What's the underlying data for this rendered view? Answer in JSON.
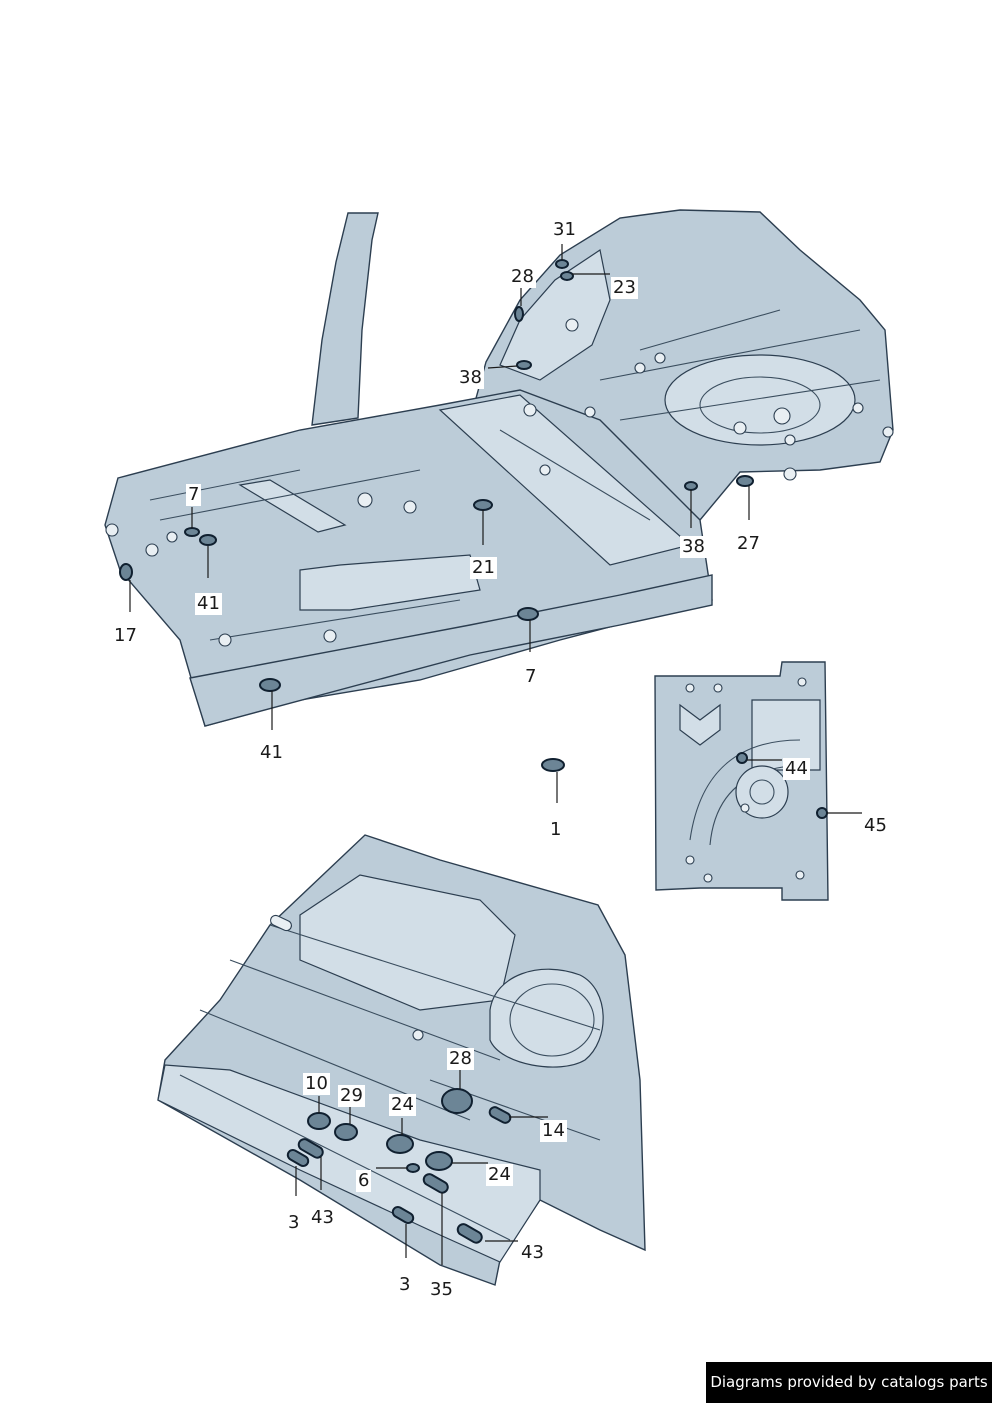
{
  "colors": {
    "panel": "#bcccd8",
    "outline": "#2c3e50",
    "plug": "#6c8596",
    "credit_bg": "#000000",
    "credit_text": "#ffffff"
  },
  "callouts": [
    {
      "id": "c31",
      "label": "31"
    },
    {
      "id": "c28a",
      "label": "28"
    },
    {
      "id": "c23",
      "label": "23"
    },
    {
      "id": "c38a",
      "label": "38"
    },
    {
      "id": "c7a",
      "label": "7"
    },
    {
      "id": "c41a",
      "label": "41"
    },
    {
      "id": "c17",
      "label": "17"
    },
    {
      "id": "c21",
      "label": "21"
    },
    {
      "id": "c38b",
      "label": "38"
    },
    {
      "id": "c27",
      "label": "27"
    },
    {
      "id": "c7b",
      "label": "7"
    },
    {
      "id": "c41b",
      "label": "41"
    },
    {
      "id": "c1",
      "label": "1"
    },
    {
      "id": "c44",
      "label": "44"
    },
    {
      "id": "c45",
      "label": "45"
    },
    {
      "id": "c28b",
      "label": "28"
    },
    {
      "id": "c10",
      "label": "10"
    },
    {
      "id": "c29",
      "label": "29"
    },
    {
      "id": "c24a",
      "label": "24"
    },
    {
      "id": "c14",
      "label": "14"
    },
    {
      "id": "c6",
      "label": "6"
    },
    {
      "id": "c24b",
      "label": "24"
    },
    {
      "id": "c3a",
      "label": "3"
    },
    {
      "id": "c43a",
      "label": "43"
    },
    {
      "id": "c3b",
      "label": "3"
    },
    {
      "id": "c35",
      "label": "35"
    },
    {
      "id": "c43b",
      "label": "43"
    }
  ],
  "footer": {
    "credit": "Diagrams provided by catalogs parts"
  }
}
